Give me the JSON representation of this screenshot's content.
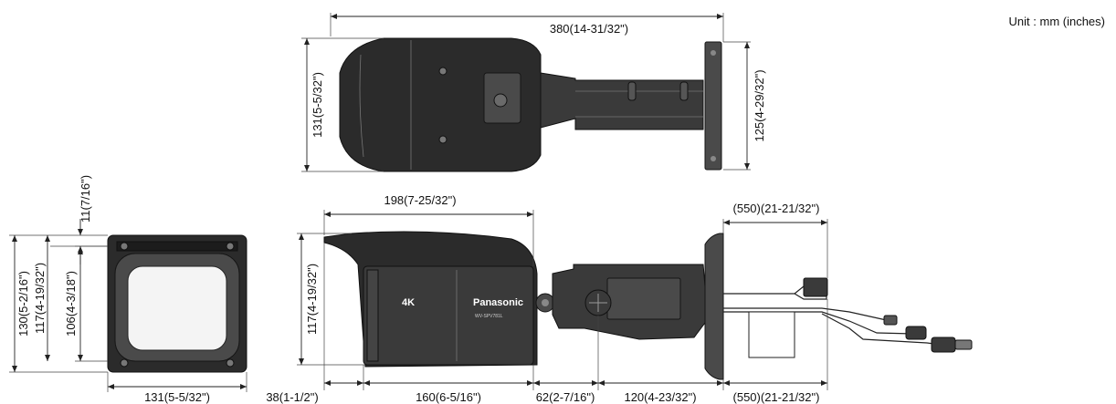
{
  "unit_note": "Unit : mm (inches)",
  "dimensions": {
    "top_overall_length": "380(14-31/32\")",
    "top_height_left": "131(5-5/32\")",
    "top_mount_height": "125(4-29/32\")",
    "side_top_offset": "11(7/16\")",
    "side_total_height": "130(5-2/16\")",
    "side_inner_height": "117(4-19/32\")",
    "side_window_height": "106(4-3/18\")",
    "side_width": "131(5-5/32\")",
    "hood_length": "198(7-25/32\")",
    "profile_height": "117(4-19/32\")",
    "cable_length_top": "(550)(21-21/32\")",
    "hood_overhang": "38(1-1/2\")",
    "body_length": "160(6-5/16\")",
    "joint_length": "62(2-7/16\")",
    "arm_length": "120(4-23/32\")",
    "cable_length_bottom": "(550)(21-21/32\")"
  },
  "product_markings": {
    "brand": "Panasonic",
    "resolution_badge": "4K",
    "model": "WV-SPV781L"
  },
  "colors": {
    "housing": "#2b2b2b",
    "housing_light": "#4a4a4a",
    "line": "#222222"
  }
}
